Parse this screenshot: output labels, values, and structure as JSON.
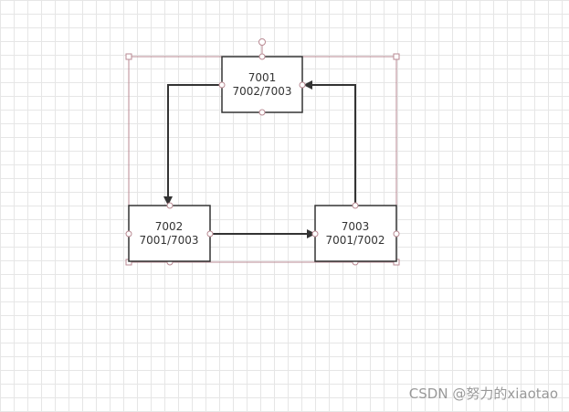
{
  "nodes": [
    {
      "id": "n7001",
      "line1": "7001",
      "line2": "7002/7003"
    },
    {
      "id": "n7002",
      "line1": "7002",
      "line2": "7001/7003"
    },
    {
      "id": "n7003",
      "line1": "7003",
      "line2": "7001/7002"
    }
  ],
  "edges": [
    {
      "from": "7001",
      "to": "7002"
    },
    {
      "from": "7002",
      "to": "7003"
    },
    {
      "from": "7003",
      "to": "7001"
    }
  ],
  "colors": {
    "node_border": "#333333",
    "edge": "#333333",
    "selection": "#b98a93",
    "grid": "#e6e6e6"
  },
  "watermark": "CSDN @努力的xiaotao"
}
